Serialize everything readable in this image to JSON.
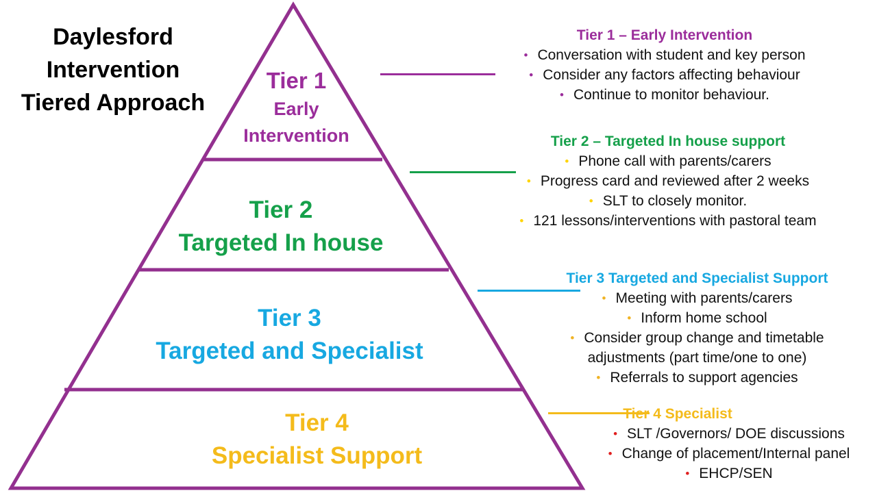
{
  "title": {
    "lines": [
      "Daylesford",
      "Intervention",
      "Tiered Approach"
    ]
  },
  "colors": {
    "outline": "#93308f",
    "tier1": "#9b2d9b",
    "tier2": "#15a04a",
    "tier3": "#17a8e1",
    "tier4": "#f4bb1b",
    "tier2_bullet": "#ffd400",
    "tier3_bullet": "#f0b324",
    "tier4_bullet": "#e01f1f"
  },
  "tiers": [
    {
      "label": [
        "Tier 1",
        "Early",
        "Intervention"
      ],
      "panel_title": "Tier 1 – Early Intervention",
      "items": [
        "Conversation with student and key person",
        "Consider any factors affecting behaviour",
        "Continue to monitor behaviour."
      ]
    },
    {
      "label": [
        "Tier 2",
        "Targeted In house"
      ],
      "panel_title": "Tier 2 – Targeted In house support",
      "items": [
        "Phone call with parents/carers",
        "Progress card and reviewed after 2 weeks",
        "SLT to closely monitor.",
        "121 lessons/interventions with pastoral team"
      ]
    },
    {
      "label": [
        "Tier 3",
        "Targeted and Specialist"
      ],
      "panel_title": "Tier 3 Targeted and Specialist Support",
      "items": [
        "Meeting with parents/carers",
        "Inform home school",
        "Consider group change and timetable adjustments (part time/one to one)",
        "Referrals to support agencies"
      ]
    },
    {
      "label": [
        "Tier 4",
        "Specialist Support"
      ],
      "panel_title": "Tier 4 Specialist",
      "items": [
        "SLT /Governors/ DOE discussions",
        "Change of placement/Internal panel",
        "EHCP/SEN"
      ]
    }
  ]
}
